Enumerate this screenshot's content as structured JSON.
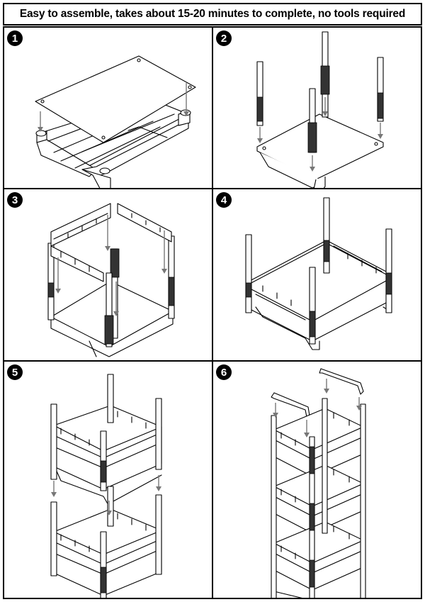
{
  "header": {
    "text": "Easy to assemble, takes about 15-20 minutes to complete, no tools required"
  },
  "steps": [
    {
      "number": "1"
    },
    {
      "number": "2"
    },
    {
      "number": "3"
    },
    {
      "number": "4"
    },
    {
      "number": "5"
    },
    {
      "number": "6"
    }
  ],
  "colors": {
    "line": "#000000",
    "arrow": "#777777",
    "background": "#ffffff"
  }
}
